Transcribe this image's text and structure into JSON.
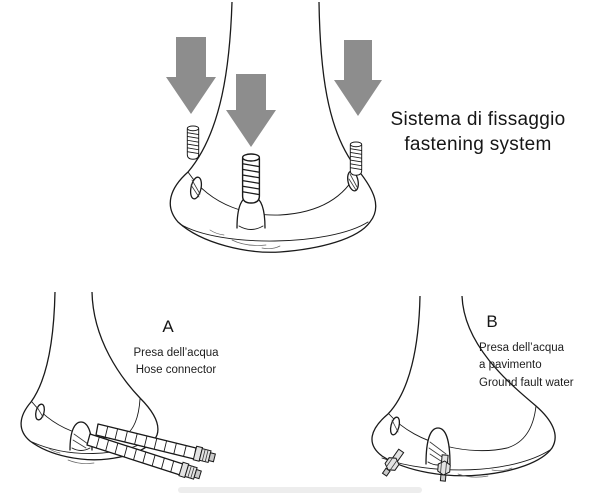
{
  "title": {
    "line1": "Sistema di fissaggio",
    "line2": "fastening system"
  },
  "section_a": {
    "label": "A",
    "caption": [
      "Presa dell’acqua",
      "Hose connector"
    ]
  },
  "section_b": {
    "label": "B",
    "caption": [
      "Presa dell’acqua",
      "a pavimento",
      "Ground fault water"
    ]
  },
  "colors": {
    "arrow": "#8d8d8d",
    "line": "#1a1a1a",
    "background": "#ffffff"
  }
}
